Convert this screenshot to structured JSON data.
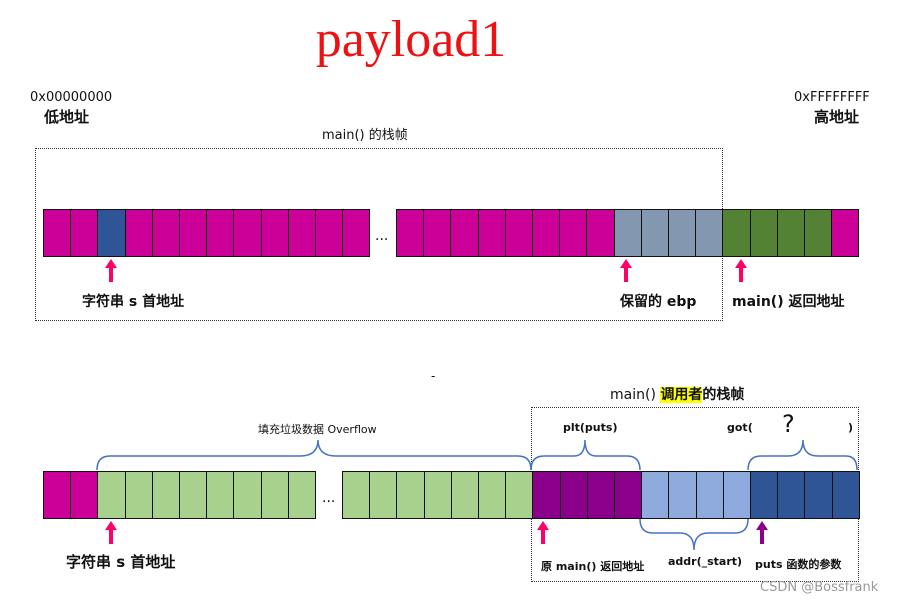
{
  "title": "payload1",
  "colors": {
    "pink": "#cc0099",
    "blue": "#2f5597",
    "gray": "#8497b0",
    "green": "#548235",
    "lightgreen": "#a9d18e",
    "purple": "#8b008b",
    "lightblue": "#8faadc",
    "arrow": "#ff0066",
    "arrow_purple": "#8b008b",
    "brace": "#4472c4"
  },
  "top": {
    "low_addr": "0x00000000",
    "low_label": "低地址",
    "high_addr": "0xFFFFFFFF",
    "high_label": "高地址",
    "frame_label": "main() 的栈帧",
    "ellipsis": "...",
    "segment1": [
      "pink",
      "pink",
      "blue",
      "pink",
      "pink",
      "pink",
      "pink",
      "pink",
      "pink",
      "pink",
      "pink",
      "pink"
    ],
    "segment2": [
      "pink",
      "pink",
      "pink",
      "pink",
      "pink",
      "pink",
      "pink",
      "pink",
      "gray",
      "gray",
      "gray",
      "gray",
      "green",
      "green",
      "green",
      "green",
      "pink"
    ],
    "arrow_labels": {
      "s": "字符串 s 首地址",
      "ebp": "保留的 ebp",
      "ret": "main() 返回地址"
    }
  },
  "bottom": {
    "dot": "-",
    "frame_label_prefix": "main() ",
    "frame_label_highlight": "调用者",
    "frame_label_suffix": "的栈帧",
    "overflow_label": "填充垃圾数据 Overflow",
    "plt_label": "plt(puts)",
    "got_label": "got(",
    "got_question": "?",
    "got_close": ")",
    "addr_start_label": "addr(_start)",
    "ellipsis": "...",
    "segment1": [
      "pink",
      "pink",
      "lightgreen",
      "lightgreen",
      "lightgreen",
      "lightgreen",
      "lightgreen",
      "lightgreen",
      "lightgreen",
      "lightgreen"
    ],
    "segment2": [
      "lightgreen",
      "lightgreen",
      "lightgreen",
      "lightgreen",
      "lightgreen",
      "lightgreen",
      "lightgreen",
      "purple",
      "purple",
      "purple",
      "purple",
      "lightblue",
      "lightblue",
      "lightblue",
      "lightblue",
      "blue",
      "blue",
      "blue",
      "blue"
    ],
    "arrow_labels": {
      "s": "字符串 s 首地址",
      "ret": "原 main() 返回地址",
      "param": "puts 函数的参数"
    }
  },
  "watermark": "CSDN @Bossfrank"
}
